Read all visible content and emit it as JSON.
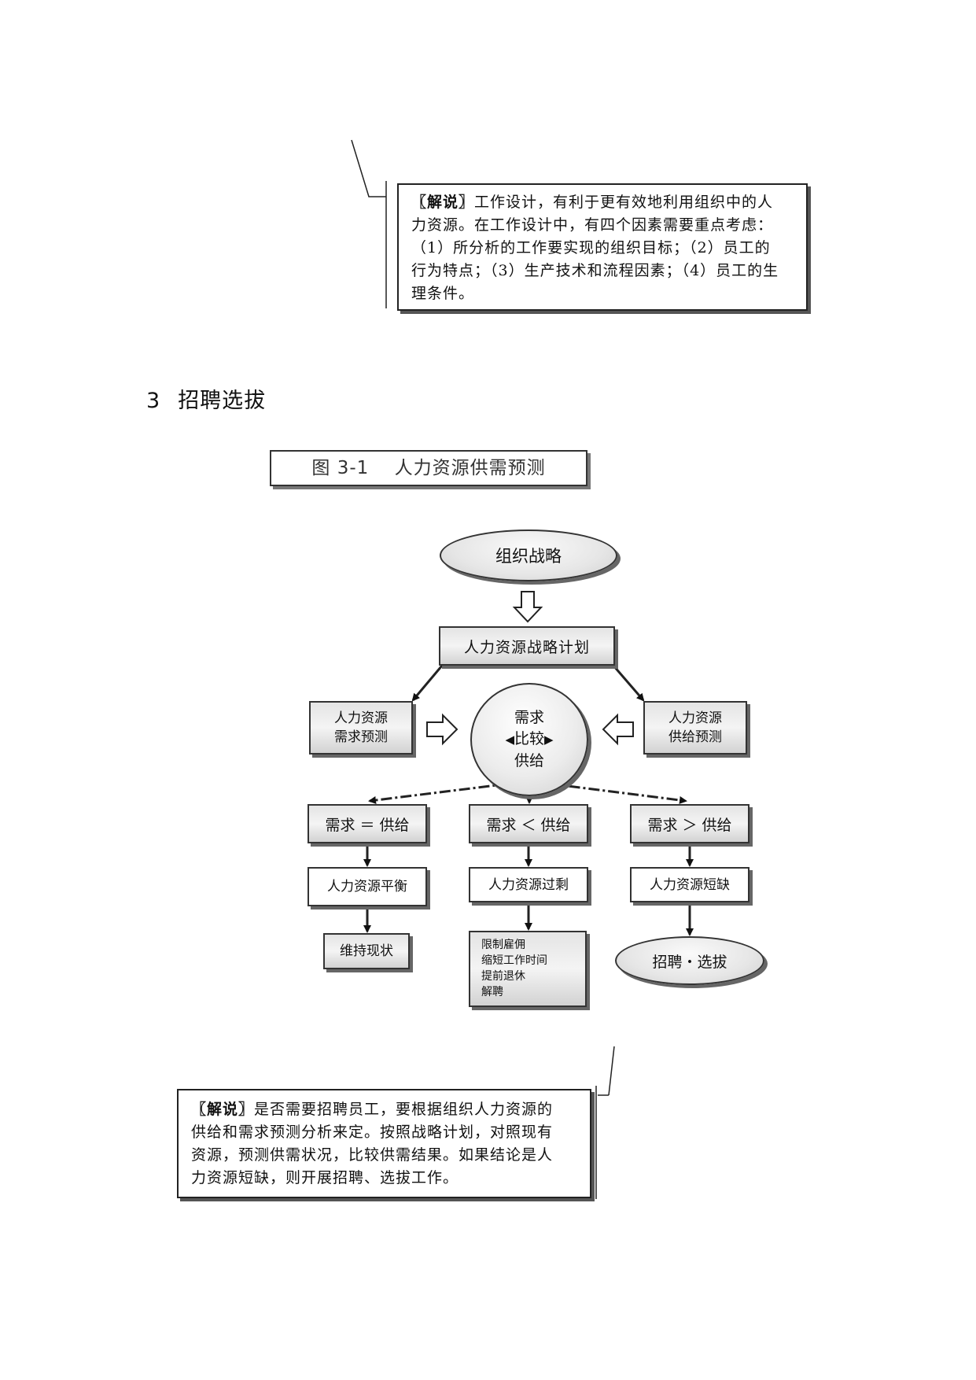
{
  "note1": {
    "label": "〖解说〗",
    "lines": [
      "工作设计，有利于更有效地利用组织中的人",
      "力资源。在工作设计中，有四个因素需要重点考虑：",
      "（1）所分析的工作要实现的组织目标；（2）员工的",
      "行为特点；（3）生产技术和流程因素；（4）员工的生",
      "理条件。"
    ]
  },
  "section": {
    "number": "3",
    "title": "招聘选拔"
  },
  "figure": {
    "caption": "图 3-1　 人力资源供需预测"
  },
  "flowchart": {
    "org_strategy": "组织战略",
    "hr_plan": "人力资源战略计划",
    "demand_forecast": [
      "人力资源",
      "需求预测"
    ],
    "supply_forecast": [
      "人力资源",
      "供给预测"
    ],
    "compare": {
      "top": "需求",
      "middle": "比较",
      "bottom": "供给"
    },
    "case_eq": "需求 ＝ 供给",
    "case_lt": "需求 ＜ 供给",
    "case_gt": "需求 ＞ 供给",
    "balance": "人力资源平衡",
    "surplus": "人力资源过剩",
    "shortage": "人力资源短缺",
    "maintain": "维持现状",
    "measures": [
      "限制雇佣",
      "缩短工作时间",
      "提前退休",
      "解聘"
    ],
    "recruit": "招聘・选拔"
  },
  "note2": {
    "label": "〖解说〗",
    "lines": [
      "是否需要招聘员工，要根据组织人力资源的",
      "供给和需求预测分析来定。按照战略计划，对照现有",
      "资源，预测供需状况，比较供需结果。如果结论是人",
      "力资源短缺，则开展招聘、选拔工作。"
    ]
  }
}
